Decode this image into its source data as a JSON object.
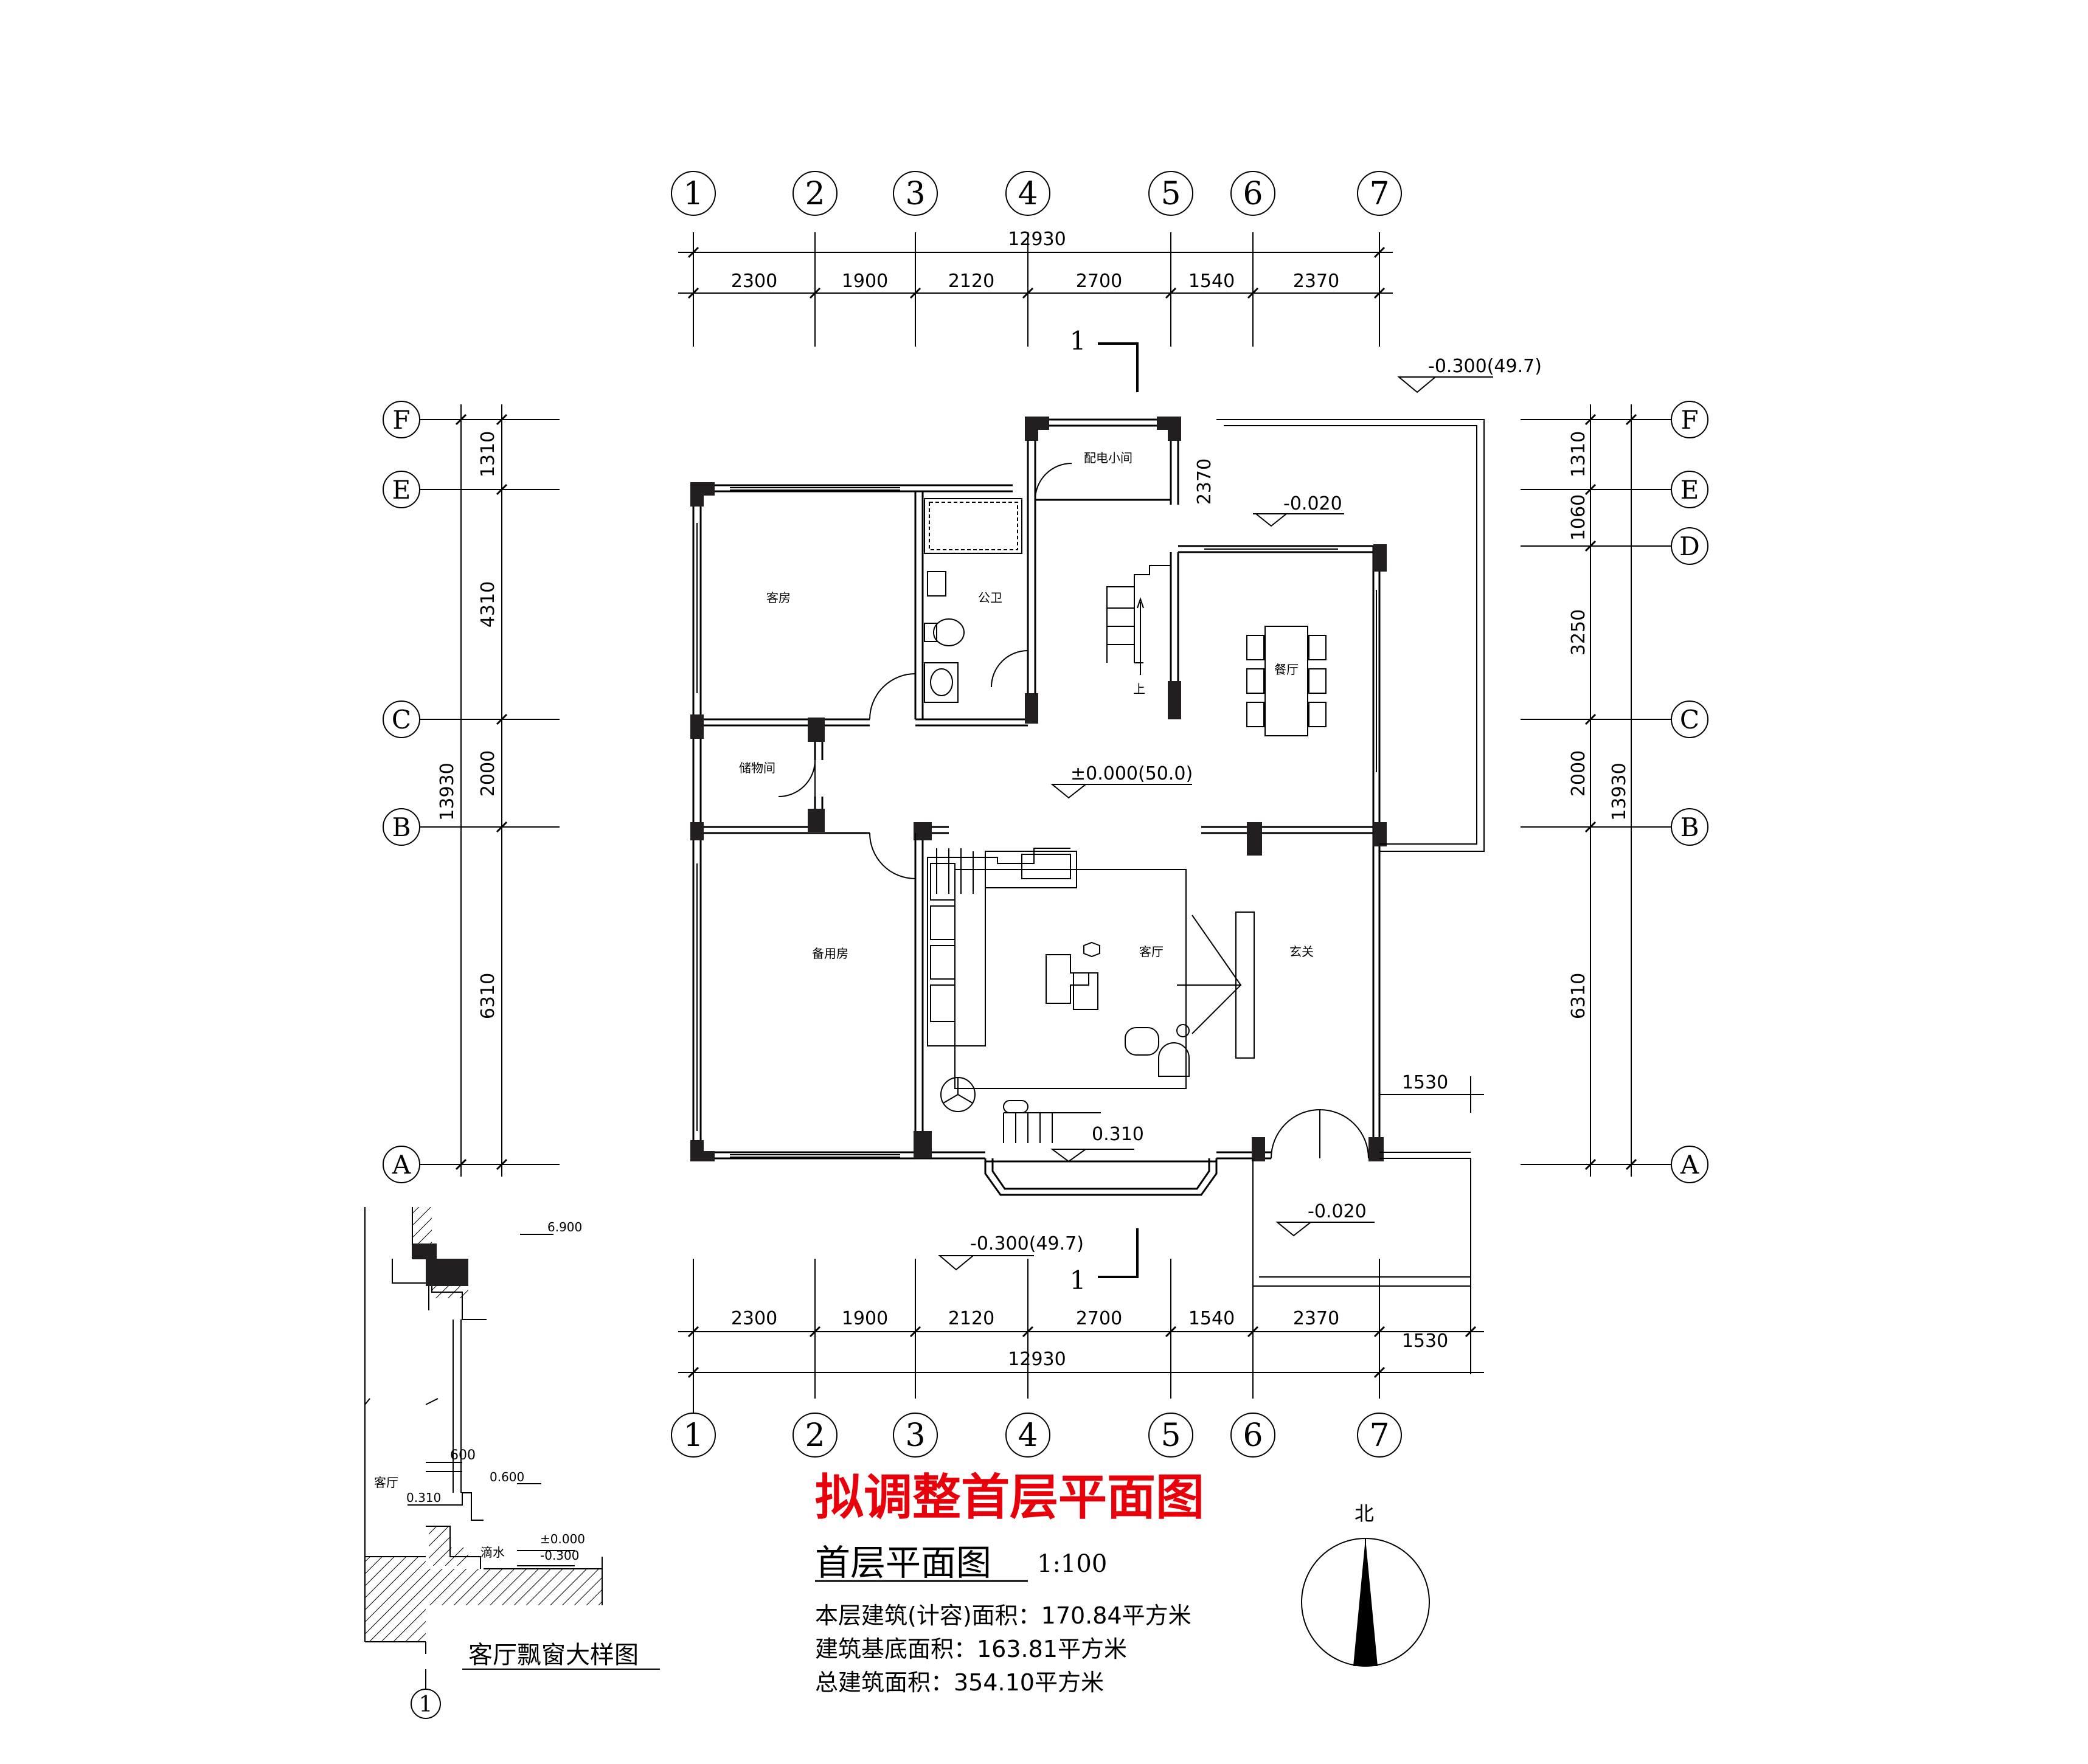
{
  "axes": {
    "x": [
      "1",
      "2",
      "3",
      "4",
      "5",
      "6",
      "7"
    ],
    "y": [
      "A",
      "B",
      "C",
      "D",
      "E",
      "F"
    ]
  },
  "dims": {
    "top_total": "12930",
    "top_spans": [
      "2300",
      "1900",
      "2120",
      "2700",
      "1540",
      "2370"
    ],
    "bottom_spans": [
      "2300",
      "1900",
      "2120",
      "2700",
      "1540",
      "2370"
    ],
    "bottom_total": "12930",
    "bottom_ext": "1530",
    "side_ext": "1530",
    "left_spans": [
      "1310",
      "4310",
      "2000",
      "6310"
    ],
    "left_total": "13930",
    "right_spans": [
      "1310",
      "1060",
      "3250",
      "2000",
      "6310"
    ],
    "right_total": "13930",
    "stair_gap": "2370"
  },
  "rooms": {
    "guest": "客房",
    "toilet": "公卫",
    "elec": "配电小间",
    "storage": "储物间",
    "dining": "餐厅",
    "spare": "备用房",
    "living": "客厅",
    "foyer": "玄关",
    "up": "上"
  },
  "elevations": {
    "top_right": "-0.300(49.7)",
    "dining_neg": "-0.020",
    "main": "±0.000(50.0)",
    "bay": "0.310",
    "bottom_left": "-0.300(49.7)",
    "entry": "-0.020"
  },
  "section_mark": "1",
  "detail": {
    "title": "客厅飘窗大样图",
    "elev_top": "6.900",
    "dim": "600",
    "elev_sill": "0.600",
    "elev_floor": "0.310",
    "elev_zero": "±0.000",
    "elev_ground": "-0.300",
    "room": "客厅",
    "drip": "滴水",
    "axis": "1"
  },
  "titles": {
    "main": "拟调整首层平面图",
    "sub": "首层平面图",
    "scale": "1:100"
  },
  "areas": [
    "本层建筑(计容)面积：170.84平方米",
    "建筑基底面积：163.81平方米",
    "总建筑面积：354.10平方米"
  ],
  "north": "北",
  "colors": {
    "title": "#e8000b",
    "line": "#000000"
  }
}
